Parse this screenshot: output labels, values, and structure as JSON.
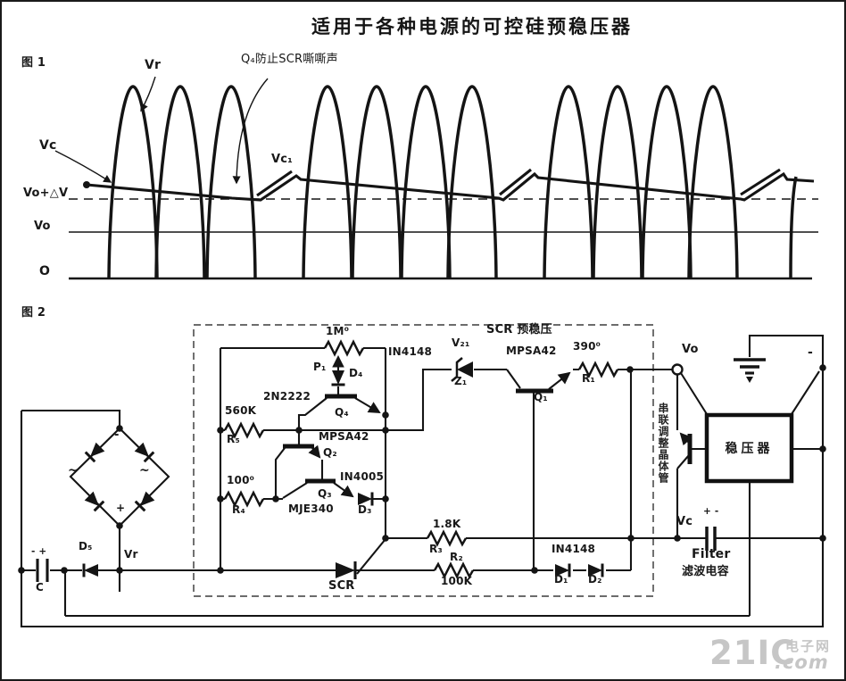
{
  "title": "适用于各种电源的可控硅预稳压器",
  "f1": {
    "tag": "图 1",
    "note": "Q₄防止SCR嘶嘶声",
    "vr": "Vr",
    "vc": "Vc",
    "vc1": "Vc₁",
    "vodv": "Vo+△V",
    "vo": "Vo",
    "zero": "O"
  },
  "f2": {
    "tag": "图 2",
    "box": "SCR 预稳压",
    "pot": "1M⁰",
    "p1": "P₁",
    "d4": "D₄",
    "in4148a": "IN4148",
    "q4p": "2N2222",
    "q4": "Q₄",
    "r5v": "560K",
    "r5": "R₅",
    "v21": "V₂₁",
    "z1": "Z₁",
    "q1p": "MPSA42",
    "q1": "Q₁",
    "r1v": "390⁰",
    "r1": "R₁",
    "vo": "Vo",
    "neg": "-",
    "reg": "稳压器",
    "series": "串联调整晶体管",
    "q2p": "MPSA42",
    "q2": "Q₂",
    "r4v": "100⁰",
    "r4": "R₄",
    "in4005": "IN4005",
    "q3": "Q₃",
    "q3p": "MJE340",
    "d3": "D₃",
    "r3v": "1.8K",
    "r3": "R₃",
    "r2": "R₂",
    "r2v": "100K",
    "scr": "SCR",
    "in4148b": "IN4148",
    "d1": "D₁",
    "d2": "D₂",
    "vcap": "Vc",
    "fpol": "+ -",
    "filter": "Filter",
    "filtercn": "滤波电容",
    "cpol": "- +",
    "c": "C",
    "d5": "D₅",
    "vr": "Vr",
    "bminus": "-",
    "bplus": "+",
    "bacl": "~",
    "bacr": "~"
  },
  "wm": {
    "big": "21IC",
    "cn": "电子网",
    "com": ".com"
  }
}
